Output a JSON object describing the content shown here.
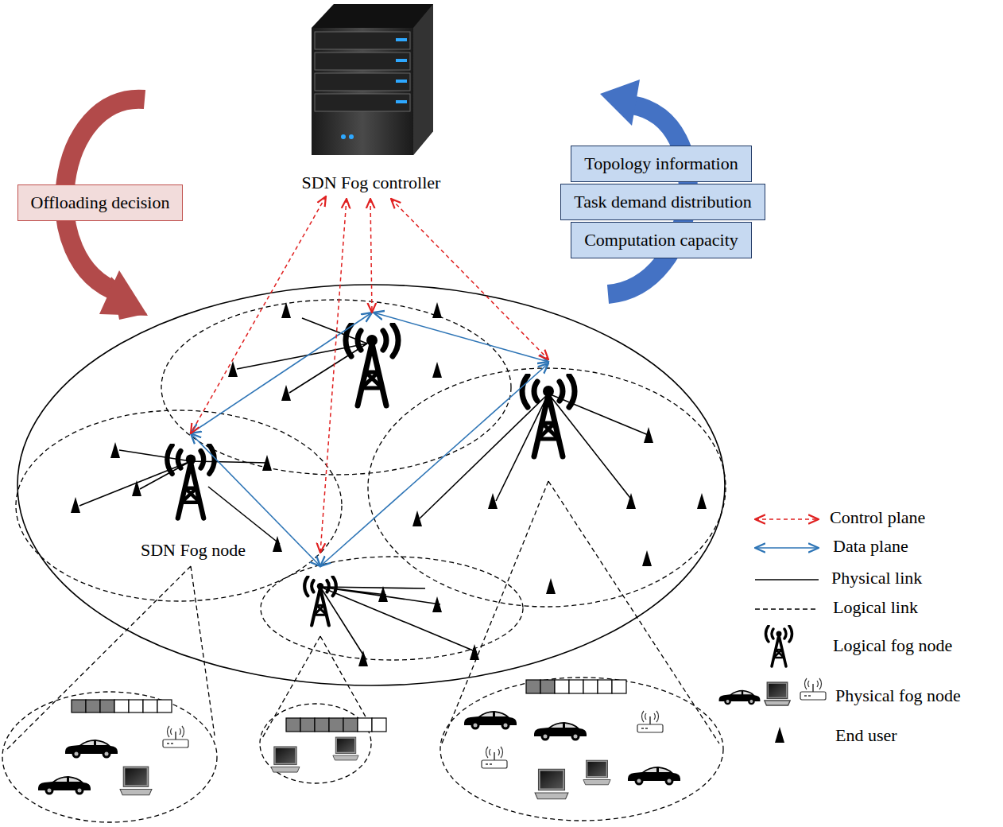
{
  "diagram": {
    "nodes": [
      {
        "text": [
          "SDN Fog controller"
        ]
      },
      {
        "text": [
          "Offloading decision"
        ]
      },
      {
        "text": [
          "Topology information"
        ]
      },
      {
        "text": [
          "Task demand distribution"
        ]
      },
      {
        "text": [
          "Computation capacity"
        ]
      },
      {
        "text": [
          "SDN Fog node"
        ]
      }
    ],
    "edges": [
      {
        "from": 0,
        "to": 5,
        "arrow": "both"
      }
    ],
    "legend": [
      {
        "text": "Control plane"
      },
      {
        "text": "Data plane"
      },
      {
        "text": "Physical link"
      },
      {
        "text": "Logical link"
      },
      {
        "text": "Logical fog node"
      },
      {
        "text": "Physical fog node"
      },
      {
        "text": "End user"
      }
    ]
  }
}
